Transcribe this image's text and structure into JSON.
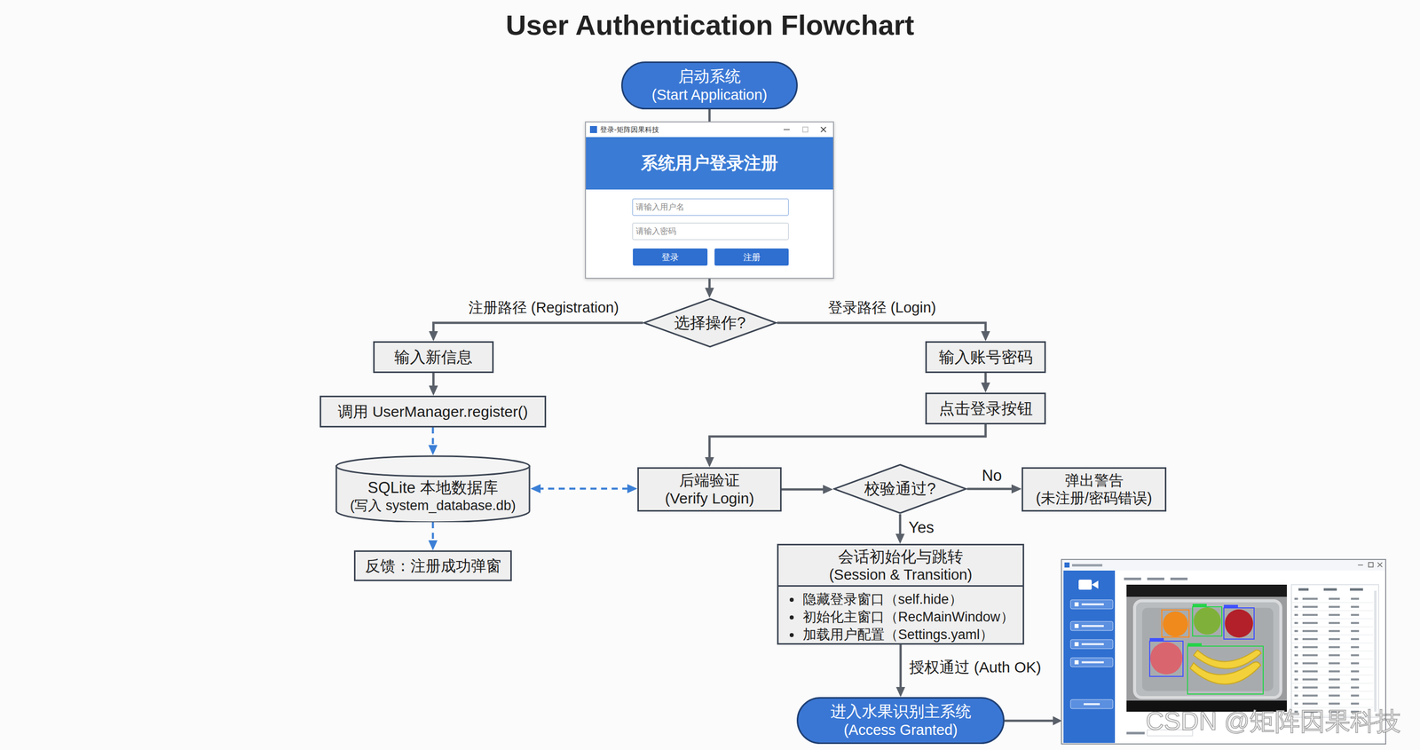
{
  "diagram": {
    "title": "User Authentication Flowchart",
    "nodes": [
      {
        "text": [
          "启动系统",
          "(Start Application)"
        ]
      },
      {
        "text": [
          "登录-矩阵因果科技",
          "系统用户登录注册"
        ]
      },
      {
        "text": [
          "请输入用户名"
        ],
        "in": 1
      },
      {
        "text": [
          "请输入密码"
        ],
        "in": 1
      },
      {
        "text": [
          "登录"
        ],
        "in": 1
      },
      {
        "text": [
          "注册"
        ],
        "in": 1
      },
      {
        "text": [
          "选择操作?"
        ]
      },
      {
        "text": [
          "输入新信息"
        ]
      },
      {
        "text": [
          "调用 UserManager.register()"
        ]
      },
      {
        "text": [
          "SQLite 本地数据库",
          "(写入 system_database.db)"
        ]
      },
      {
        "text": [
          "反馈：注册成功弹窗"
        ]
      },
      {
        "text": [
          "输入账号密码"
        ]
      },
      {
        "text": [
          "点击登录按钮"
        ]
      },
      {
        "text": [
          "后端验证",
          "(Verify Login)"
        ]
      },
      {
        "text": [
          "校验通过?"
        ]
      },
      {
        "text": [
          "弹出警告",
          "(未注册/密码错误)"
        ]
      },
      {
        "text": [
          "会话初始化与跳转",
          "(Session & Transition)",
          "隐藏登录窗口（self.hide）",
          "初始化主窗口（RecMainWindow）",
          "加载用户配置（Settings.yaml）"
        ]
      },
      {
        "text": [
          "进入水果识别主系统",
          "(Access Granted)"
        ]
      }
    ],
    "edges": [
      {
        "from": 0,
        "to": 1,
        "arrow": "none"
      },
      {
        "from": 1,
        "to": 6,
        "arrow": "to"
      },
      {
        "from": 6,
        "to": 7,
        "label": "注册路径 (Registration)",
        "arrow": "to"
      },
      {
        "from": 6,
        "to": 11,
        "label": "登录路径 (Login)",
        "arrow": "to"
      },
      {
        "from": 7,
        "to": 8,
        "arrow": "to"
      },
      {
        "from": 8,
        "to": 9,
        "arrow": "to"
      },
      {
        "from": 9,
        "to": 10,
        "arrow": "to"
      },
      {
        "from": 9,
        "to": 13,
        "arrow": "both"
      },
      {
        "from": 11,
        "to": 12,
        "arrow": "to"
      },
      {
        "from": 12,
        "to": 13,
        "arrow": "to"
      },
      {
        "from": 13,
        "to": 14,
        "arrow": "to"
      },
      {
        "from": 14,
        "to": 15,
        "label": "No",
        "arrow": "to"
      },
      {
        "from": 14,
        "to": 16,
        "label": "Yes",
        "arrow": "to"
      },
      {
        "from": 16,
        "to": 17,
        "label": "授权通过 (Auth OK)",
        "arrow": "to"
      }
    ],
    "labels": [
      "CSDN @矩阵因果科技"
    ]
  }
}
